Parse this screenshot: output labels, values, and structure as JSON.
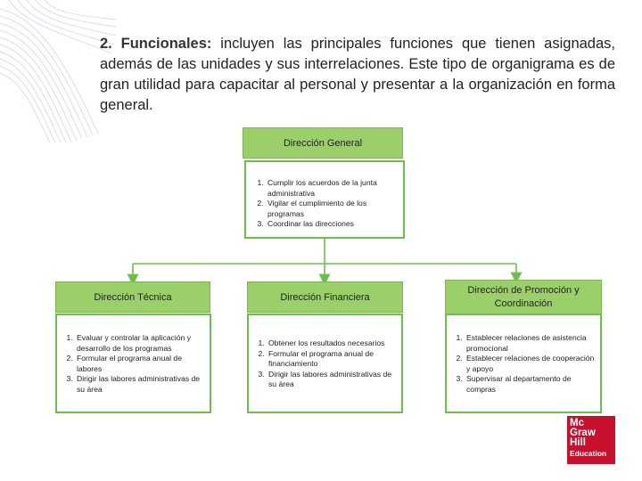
{
  "intro": {
    "lead": "2. Funcionales:",
    "body": " incluyen las principales funciones que tienen asignadas, además de las unidades y sus interrelaciones. Este tipo de organigrama es de gran utilidad para capacitar al personal y presentar a la organización en forma general."
  },
  "top": {
    "title": "Dirección General",
    "items": [
      "Cumplir los acuerdos de la junta administrativa",
      "Vigilar el cumplimiento de los programas",
      "Coordinar las direcciones"
    ]
  },
  "departments": [
    {
      "title": "Dirección Técnica",
      "items": [
        "Evaluar y controlar la aplicación y desarrollo de los programas",
        "Formular el programa anual de labores",
        "Dirigir las labores administrativas de su área"
      ]
    },
    {
      "title": "Dirección Financiera",
      "items": [
        "Obtener los resultados necesarios",
        "Formular el programa anual de financiamiento",
        "Dirigir las labores administrativas de su área"
      ]
    },
    {
      "title": "Dirección de Promoción y Coordinación",
      "items": [
        "Establecer relaciones de asistencia promocional",
        "Establecer relaciones de cooperación y apoyo",
        "Supervisar al departamento de compras"
      ]
    }
  ],
  "logo": {
    "line1": "Mc",
    "line2": "Graw",
    "line3": "Hill",
    "line4": "Education"
  },
  "colors": {
    "header_fill": "#9bcf6a",
    "border": "#6cc04a",
    "logo": "#c8102e"
  }
}
